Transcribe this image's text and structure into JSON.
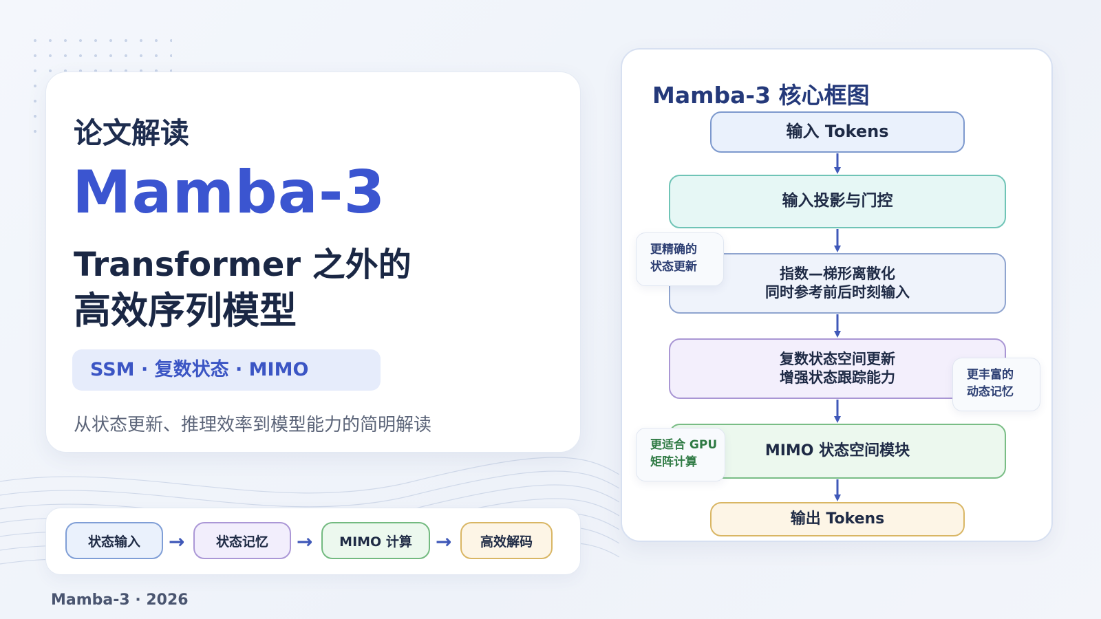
{
  "main": {
    "eyebrow": "论文解读",
    "title": "Mamba-3",
    "subtitle_line1": "Transformer 之外的",
    "subtitle_line2": "高效序列模型",
    "tags": "SSM · 复数状态 · MIMO",
    "description": "从状态更新、推理效率到模型能力的简明解读"
  },
  "pipeline": {
    "steps": [
      "状态输入",
      "状态记忆",
      "MIMO 计算",
      "高效解码"
    ],
    "arrow": "→"
  },
  "footer": "Mamba-3 · 2026",
  "diagram": {
    "title": "Mamba-3 核心框图",
    "nodes": [
      {
        "lines": [
          "输入 Tokens"
        ]
      },
      {
        "lines": [
          "输入投影与门控"
        ]
      },
      {
        "lines": [
          "指数—梯形离散化",
          "同时参考前后时刻输入"
        ]
      },
      {
        "lines": [
          "复数状态空间更新",
          "增强状态跟踪能力"
        ]
      },
      {
        "lines": [
          "MIMO 状态空间模块"
        ]
      },
      {
        "lines": [
          "输出 Tokens"
        ]
      }
    ],
    "notes": [
      {
        "lines": [
          "更精确的",
          "状态更新"
        ]
      },
      {
        "lines": [
          "更丰富的",
          "动态记忆"
        ]
      },
      {
        "lines": [
          "更适合 GPU",
          "矩阵计算"
        ]
      }
    ]
  },
  "colors": {
    "accent": "#3b55d0",
    "navy": "#1a2744",
    "arrow": "#3f58b8"
  }
}
